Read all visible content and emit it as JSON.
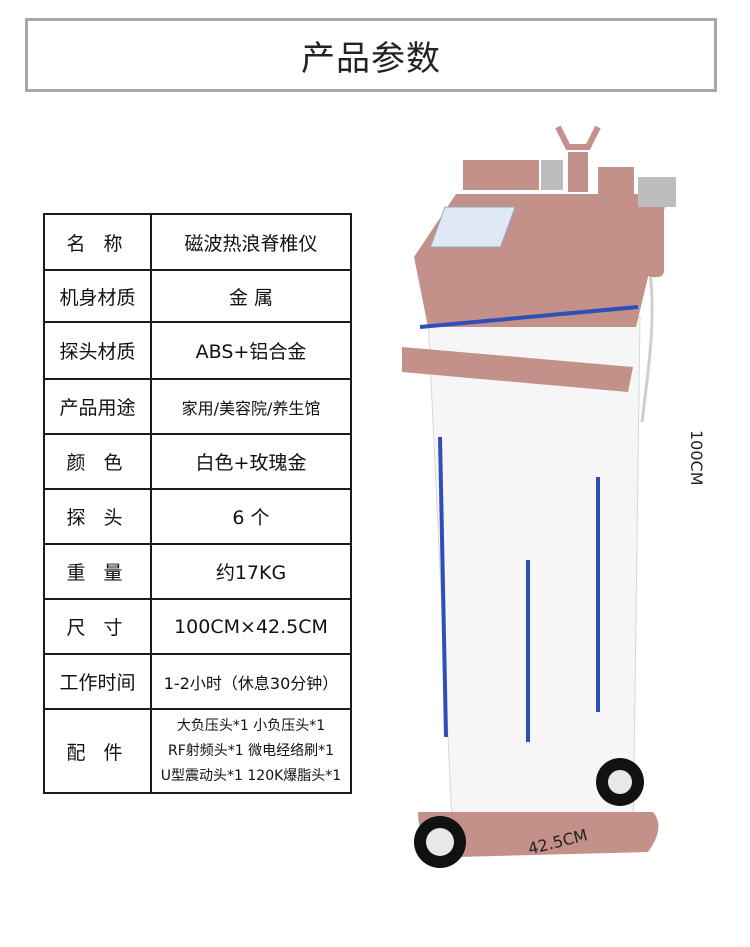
{
  "header": {
    "title": "产品参数"
  },
  "specs": [
    {
      "key": "名 称",
      "value": "磁波热浪脊椎仪"
    },
    {
      "key": "机身材质",
      "value": "金 属"
    },
    {
      "key": "探头材质",
      "value": "ABS+铝合金"
    },
    {
      "key": "产品用途",
      "value": "家用/美容院/养生馆"
    },
    {
      "key": "颜 色",
      "value": "白色+玫瑰金"
    },
    {
      "key": "探 头",
      "value": "6 个"
    },
    {
      "key": "重 量",
      "value": "约17KG"
    },
    {
      "key": "尺 寸",
      "value": "100CM×42.5CM"
    },
    {
      "key": "工作时间",
      "value": "1-2小时（休息30分钟）"
    },
    {
      "key": "配 件",
      "lines": [
        "大负压头*1   小负压头*1",
        "RF射频头*1  微电经络刷*1",
        "U型震动头*1  120K爆脂头*1"
      ]
    }
  ],
  "dimensions": {
    "height_label": "100CM",
    "width_label": "42.5CM"
  },
  "colors": {
    "rose_gold": "#c4918a",
    "stripe_blue": "#2f4fb8",
    "border": "#a8a8a8"
  }
}
